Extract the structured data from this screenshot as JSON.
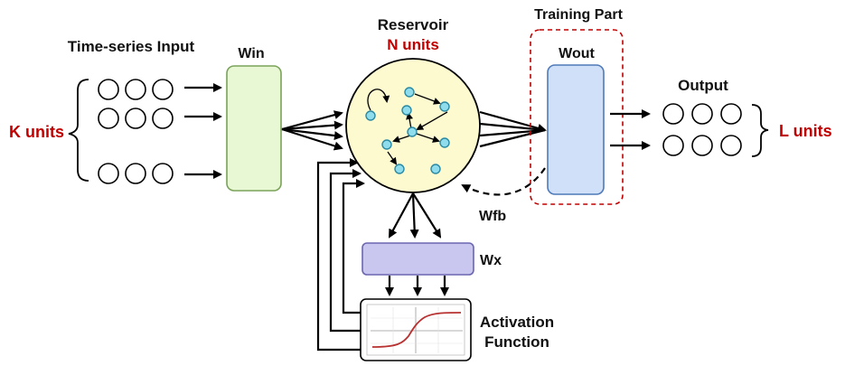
{
  "labels": {
    "time_series_input": "Time-series Input",
    "k_units": "K units",
    "win": "Win",
    "reservoir": "Reservoir",
    "n_units": "N units",
    "training_part": "Training Part",
    "wout": "Wout",
    "output": "Output",
    "l_units": "L units",
    "wfb": "Wfb",
    "wx": "Wx",
    "activation_line1": "Activation",
    "activation_line2": "Function"
  },
  "colors": {
    "accent_red": "#c00000",
    "win_fill": "#e8f8d4",
    "win_stroke": "#7aa25a",
    "reservoir_fill": "#fdfad0",
    "node_fill": "#8fdcec",
    "node_stroke": "#2a8aa4",
    "wout_fill": "#cfe0f8",
    "wout_stroke": "#4f7ab8",
    "wx_fill": "#c9c6ef",
    "wx_stroke": "#6a66b0",
    "sigmoid_curve": "#b83232"
  },
  "icons": {
    "activation_plot": "sigmoid-curve-plot-icon"
  }
}
